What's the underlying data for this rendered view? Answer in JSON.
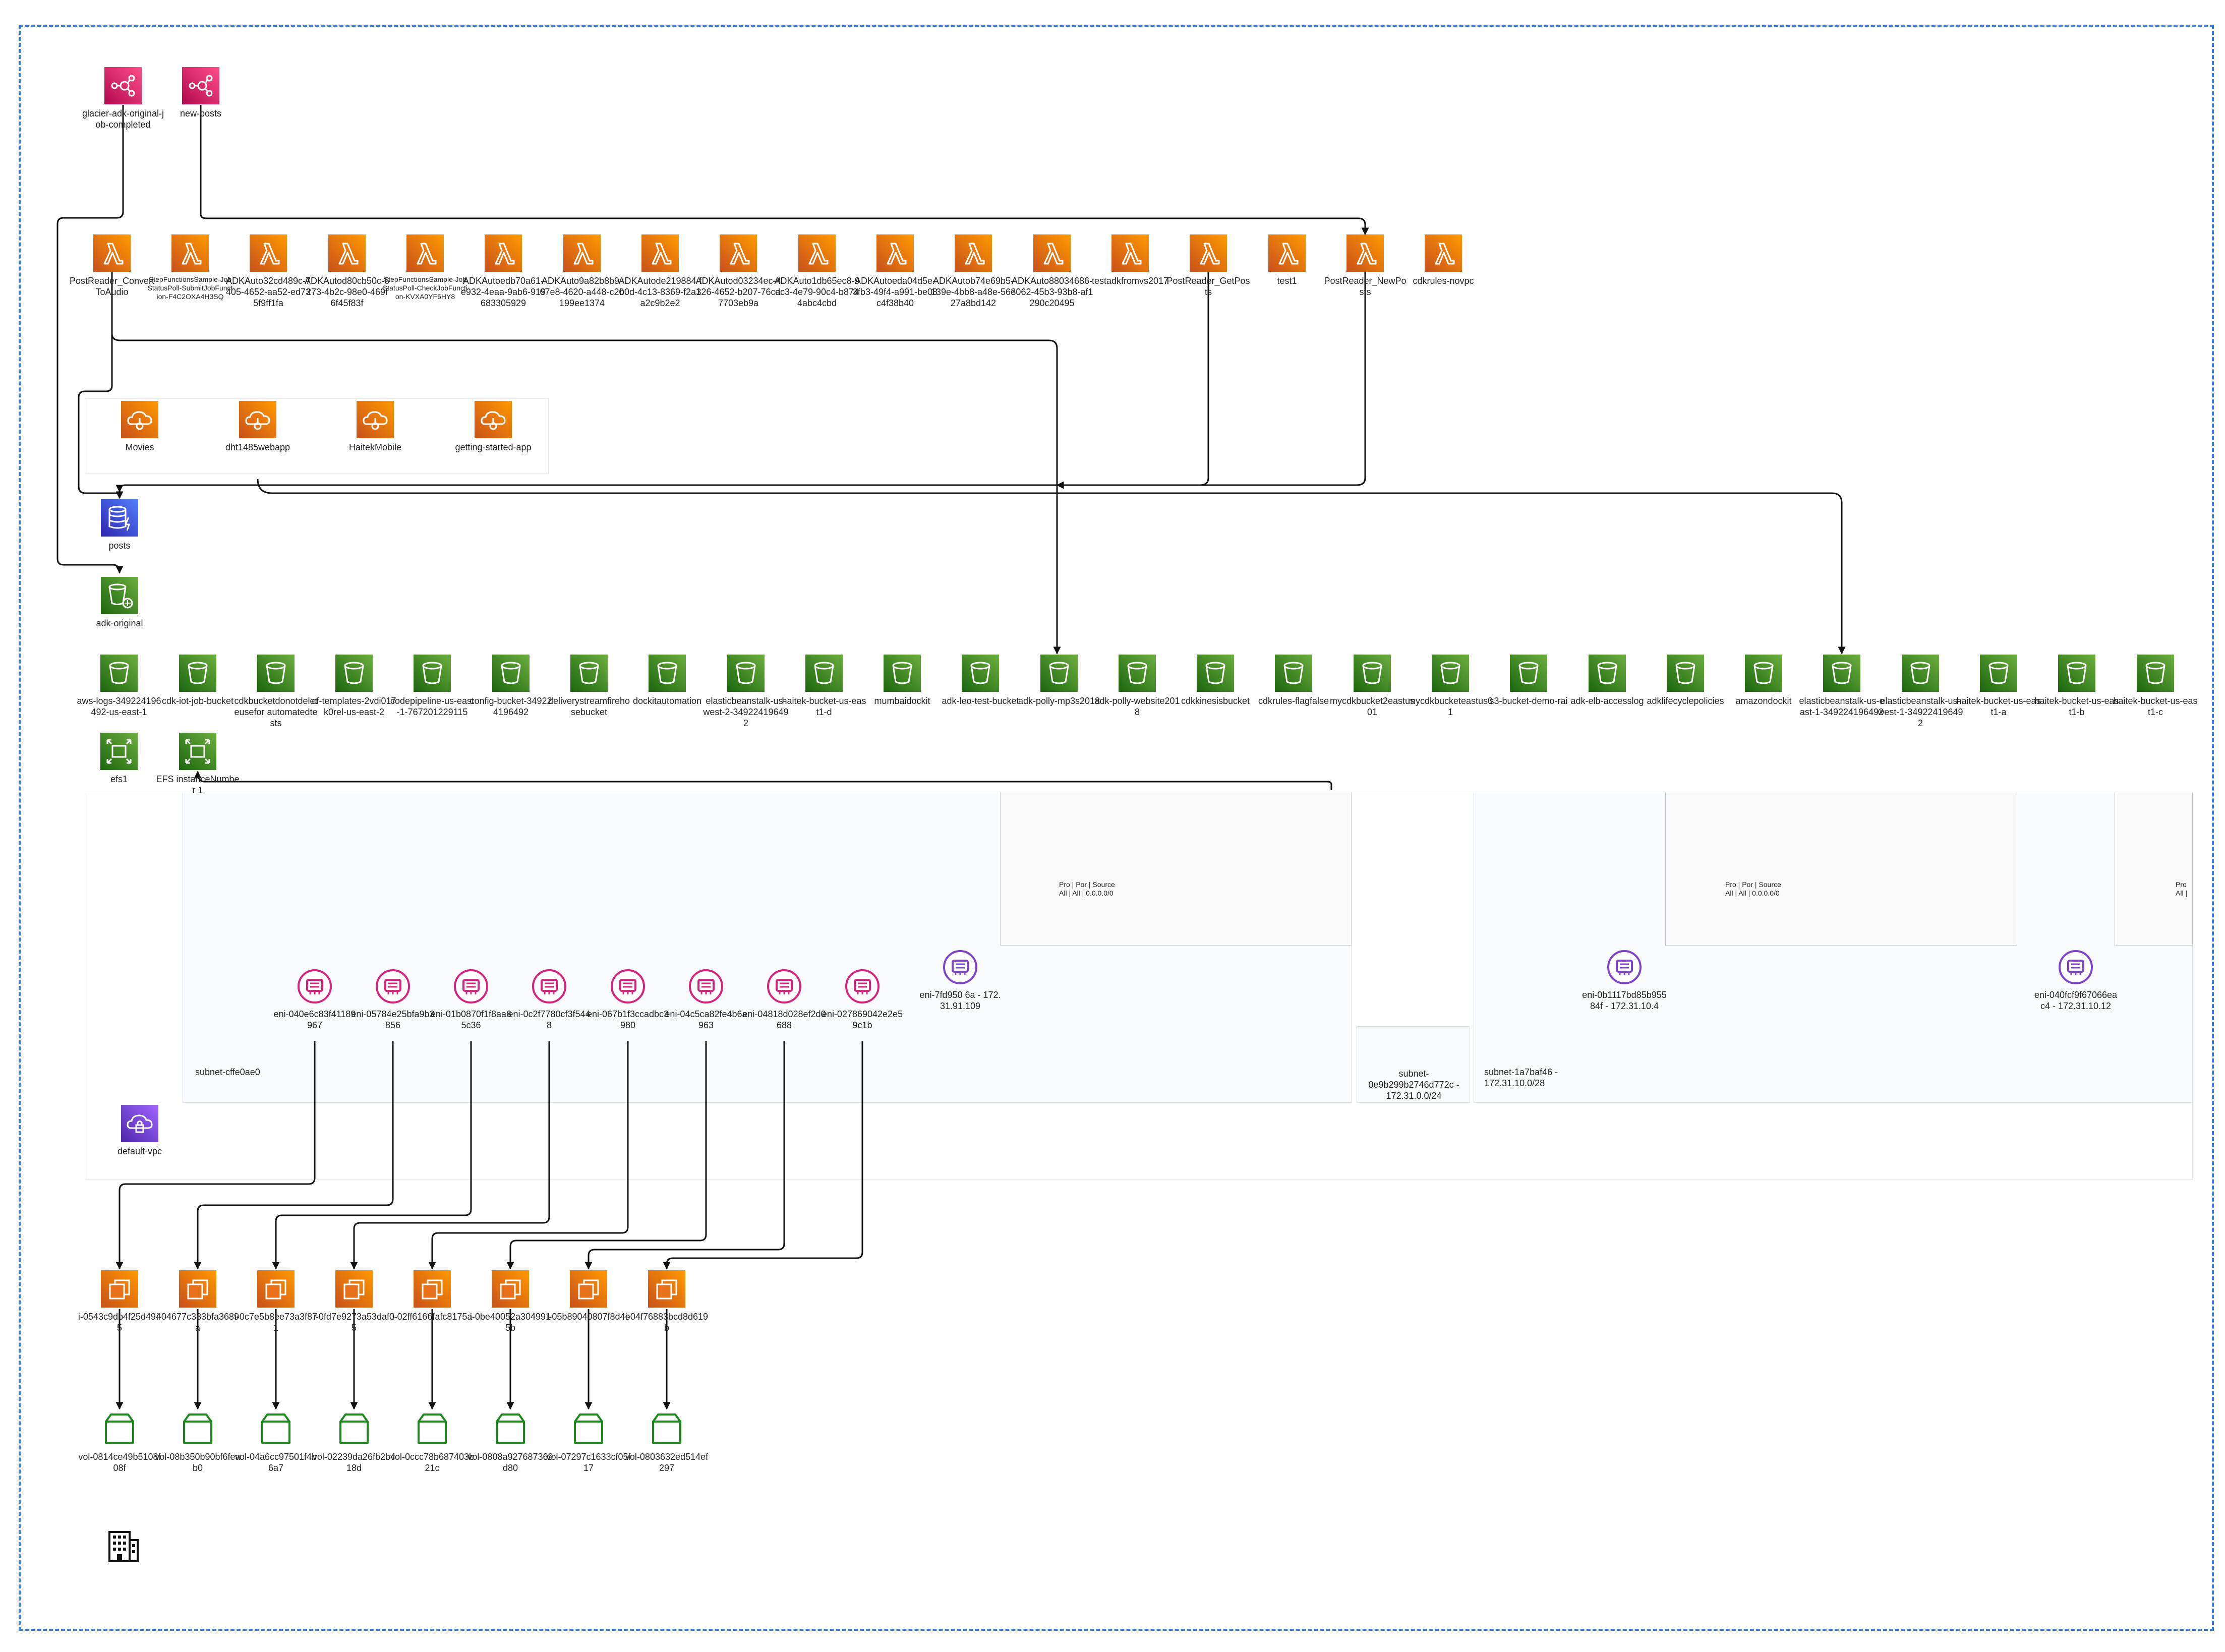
{
  "sns": [
    {
      "label": "glacier-adk-original-job-completed"
    },
    {
      "label": "new-posts"
    }
  ],
  "lambdas": [
    {
      "label": "PostReader_ConvertToAudio"
    },
    {
      "label": "StepFunctionsSample-JobStatusPoll-SubmitJobFunction-F4C2OXA4H3SQ"
    },
    {
      "label": "ADKAuto32cd489c-7405-4652-aa52-ed735f9ff1fa"
    },
    {
      "label": "ADKAutod80cb50c-6273-4b2c-98e0-469f6f45f83f"
    },
    {
      "label": "StepFunctionsSample-JobStatusPoll-CheckJobFunction-KVXA0YF6HY8"
    },
    {
      "label": "ADKAutoedb70a61-e932-4eaa-9ab6-919683305929"
    },
    {
      "label": "ADKAuto9a82b8b9-67e8-4620-a448-c20199ee1374"
    },
    {
      "label": "ADKAutode219884-fb0d-4c13-8369-f2a1a2c9b2e2"
    },
    {
      "label": "ADKAutod03234ec-4326-4652-b207-76ca7703eb9a"
    },
    {
      "label": "ADKAuto1db65ec8-9dc3-4e79-90c4-b8744abc4cbd"
    },
    {
      "label": "ADKAutoeda04d5e-3fb3-49f4-a991-be08c4f38b40"
    },
    {
      "label": "ADKAutob74e69b5-139e-4bb8-a48e-56e27a8bd142"
    },
    {
      "label": "ADKAuto88034686-3062-45b3-93b8-af1290c20495"
    },
    {
      "label": "testadkfromvs2017"
    },
    {
      "label": "PostReader_GetPosts"
    },
    {
      "label": "test1"
    },
    {
      "label": "PostReader_NewPosts"
    },
    {
      "label": "cdkrules-novpc"
    }
  ],
  "apps": [
    {
      "label": "Movies"
    },
    {
      "label": "dht1485webapp"
    },
    {
      "label": "HaitekMobile"
    },
    {
      "label": "getting-started-app"
    }
  ],
  "dynamo": {
    "label": "posts"
  },
  "glacier": {
    "label": "adk-original"
  },
  "buckets": [
    {
      "label": "aws-logs-349224196492-us-east-1"
    },
    {
      "label": "cdk-iot-job-bucket"
    },
    {
      "label": "cdkbucketdonotdeleteusefor automatedtests"
    },
    {
      "label": "cf-templates-2vdi017k0rel-us-east-2"
    },
    {
      "label": "codepipeline-us-east-1-767201229115"
    },
    {
      "label": "config-bucket-349224196492"
    },
    {
      "label": "deliverystreamfirehosebucket"
    },
    {
      "label": "dockitautomation"
    },
    {
      "label": "elasticbeanstalk-us-west-2-349224196492"
    },
    {
      "label": "haitek-bucket-us-east1-d"
    },
    {
      "label": "mumbaidockit"
    },
    {
      "label": "adk-leo-test-bucket"
    },
    {
      "label": "adk-polly-mp3s2018"
    },
    {
      "label": "adk-polly-website2018"
    },
    {
      "label": "cdkkinesisbucket"
    },
    {
      "label": "cdkrules-flagfalse"
    },
    {
      "label": "mycdkbucket2eastus01"
    },
    {
      "label": "mycdkbucketeastus01"
    },
    {
      "label": "s3-bucket-demo-rai"
    },
    {
      "label": "adk-elb-accesslog"
    },
    {
      "label": "adklifecyclepolicies"
    },
    {
      "label": "amazondockit"
    },
    {
      "label": "elasticbeanstalk-us-east-1-349224196492"
    },
    {
      "label": "elasticbeanstalk-us-west-1-349224196492"
    },
    {
      "label": "haitek-bucket-us-east1-a"
    },
    {
      "label": "haitek-bucket-us-east1-b"
    },
    {
      "label": "haitek-bucket-us-east1-c"
    }
  ],
  "efs": [
    {
      "label": "efs1"
    },
    {
      "label": "EFS instanceNumber 1"
    }
  ],
  "vpc": {
    "label": "default-vpc"
  },
  "subnets": [
    {
      "label": "subnet-cffe0ae0"
    },
    {
      "label": "subnet-0e9b299b2746d772c - 172.31.0.0/24"
    },
    {
      "label": "subnet-1a7baf46 - 172.31.10.0/28"
    }
  ],
  "sg_rules": [
    {
      "line1": "Pro | Por | Source",
      "line2": "All | All | 0.0.0.0/0"
    },
    {
      "line1": "Pro | Por | Source",
      "line2": "All | All | 0.0.0.0/0"
    },
    {
      "line1": "Pro",
      "line2": "All |"
    }
  ],
  "enis_pink": [
    {
      "label": "eni-040e6c83f41189967"
    },
    {
      "label": "eni-05784e25bfa9b3856"
    },
    {
      "label": "eni-01b0870f1f8aa65c36"
    },
    {
      "label": "eni-0c2f7780cf3f5448"
    },
    {
      "label": "eni-067b1f3ccadbc3980"
    },
    {
      "label": "eni-04c5ca82fe4b6a963"
    },
    {
      "label": "eni-04818d028ef2d0688"
    },
    {
      "label": "eni-027869042e2e59c1b"
    }
  ],
  "enis_purple": [
    {
      "label": "eni-7fd950 6a - 172.31.91.109"
    },
    {
      "label": "eni-0b1117bd85b95584f - 172.31.10.4"
    },
    {
      "label": "eni-040fcf9f67066eac4 - 172.31.10.12"
    }
  ],
  "instances": [
    {
      "label": "i-0543c9db4f25d4945"
    },
    {
      "label": "i-04677c383bfa3689a"
    },
    {
      "label": "i-0c7e5b8ee73a3f871"
    },
    {
      "label": "i-0fd7e9273a53daf05"
    },
    {
      "label": "i-02ff6166fafc8175a"
    },
    {
      "label": "i-0be40052a3049915b"
    },
    {
      "label": "i-05b89040807f8d4e"
    },
    {
      "label": "i-04f76883bcd8d619b"
    }
  ],
  "volumes": [
    {
      "label": "vol-0814ce49b5108f08f"
    },
    {
      "label": "vol-08b350b90bf6feab0"
    },
    {
      "label": "vol-04a6cc97501f4b6a7"
    },
    {
      "label": "vol-02239da26fb2b418d"
    },
    {
      "label": "vol-0ccc78b687403b21c"
    },
    {
      "label": "vol-0808a927687369d80"
    },
    {
      "label": "vol-07297c1633cf05f17"
    },
    {
      "label": "vol-0803632ed514ef297"
    }
  ],
  "colors": {
    "lambda": "#e8721c",
    "s3": "#3f8624",
    "sns": "#d6245c",
    "dynamo": "#3b48cc",
    "ec2": "#ed7100",
    "eni_pink": "#d6247e",
    "eni_purple": "#7d44c9",
    "vpc": "#8c4fff",
    "frame": "#3a7be0"
  }
}
